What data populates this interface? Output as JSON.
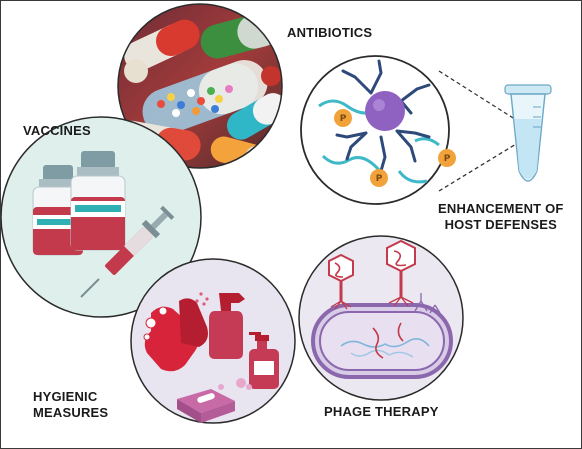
{
  "labels": {
    "antibiotics": "ANTIBIOTICS",
    "vaccines": "VACCINES",
    "host_line1": "ENHANCEMENT OF",
    "host_line2": "HOST DEFENSES",
    "hygiene_line1": "HYGIENIC",
    "hygiene_line2": "MEASURES",
    "phage": "PHAGE THERAPY"
  },
  "markers": {
    "phosphate": "P"
  },
  "icons": [
    "pills-photo",
    "vaccine-vials-icon",
    "syringe-icon",
    "antibody-complex-icon",
    "test-tube-icon",
    "handwashing-icon",
    "spray-bottle-icon",
    "soap-dispenser-icon",
    "soap-bar-icon",
    "bacteriophage-icon",
    "bacterium-icon"
  ],
  "colors": {
    "vaccine_circle": "#dff0ec",
    "hygiene_circle": "#e9e5f0",
    "phage_circle": "#ece8f1",
    "accent_red": "#c23a4b",
    "accent_purple": "#9b6fc4",
    "antibody_blue": "#2d4a7a",
    "dna_teal": "#3fb8c8",
    "phosphate_orange": "#f2a23a"
  }
}
